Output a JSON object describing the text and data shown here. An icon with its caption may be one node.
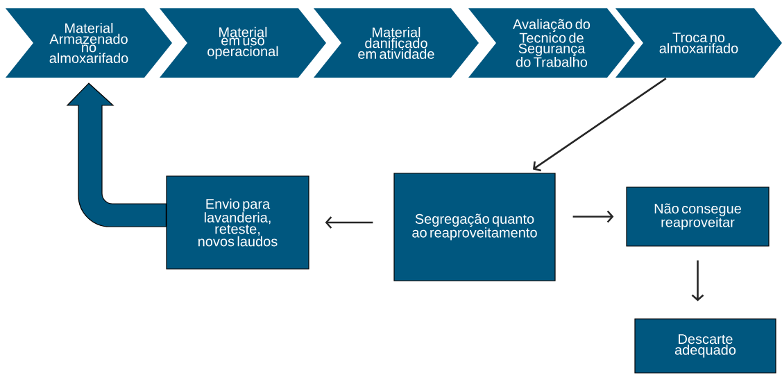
{
  "diagram": {
    "nodes": [
      {
        "text": [
          "Material Armazenado no almoxarifado"
        ]
      },
      {
        "text": [
          "Material em uso operacional"
        ]
      },
      {
        "text": [
          "Material danificado em atividade"
        ]
      },
      {
        "text": [
          "Avaliação do Tecnico de Segurança do Trabalho"
        ]
      },
      {
        "text": [
          "Troca no almoxarifado"
        ]
      },
      {
        "text": [
          "Segregação quanto ao reaproveitamento"
        ]
      },
      {
        "text": [
          "Envio para lavanderia, reteste, novos laudos"
        ]
      },
      {
        "text": [
          "Não consegue reaproveitar"
        ]
      },
      {
        "text": [
          "Descarte adequado"
        ]
      }
    ],
    "edges": [
      {
        "from": 4,
        "to": 5,
        "arrow": "to"
      },
      {
        "from": 5,
        "to": 6,
        "arrow": "to"
      },
      {
        "from": 5,
        "to": 7,
        "arrow": "to"
      },
      {
        "from": 7,
        "to": 8,
        "arrow": "to"
      },
      {
        "from": 6,
        "to": 0,
        "arrow": "to",
        "style": "thick"
      }
    ]
  }
}
